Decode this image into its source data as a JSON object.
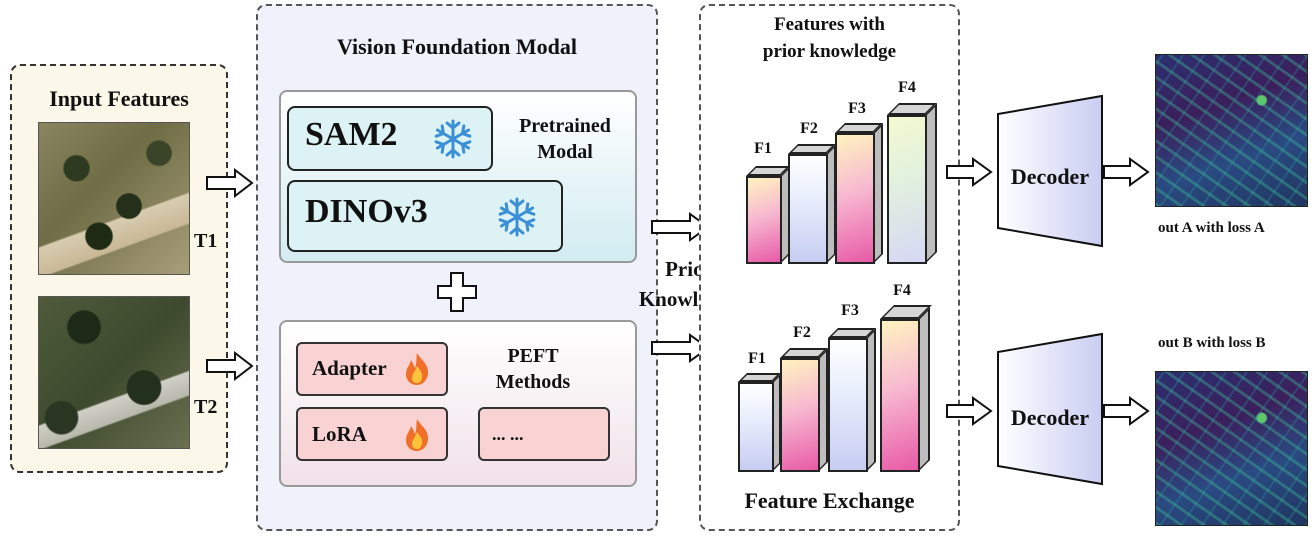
{
  "input": {
    "title": "Input Features",
    "t1_label": "T1",
    "t2_label": "T2"
  },
  "vfm": {
    "title": "Vision Foundation Modal",
    "pretrained_label_line1": "Pretrained",
    "pretrained_label_line2": "Modal",
    "sam2": "SAM2",
    "dinov3": "DINOv3",
    "peft_label_line1": "PEFT",
    "peft_label_line2": "Methods",
    "adapter": "Adapter",
    "lora": "LoRA",
    "more": "... ..."
  },
  "prior": {
    "line1": "Prior",
    "line2": "Knowledge"
  },
  "features": {
    "title_line1": "Features with",
    "title_line2": "prior knowledge",
    "bottom_title": "Feature Exchange",
    "top_bars": [
      "F1",
      "F2",
      "F3",
      "F4"
    ],
    "bottom_bars": [
      "F1",
      "F2",
      "F3",
      "F4"
    ]
  },
  "outputs": {
    "decoder_label": "Decoder",
    "out_a": "out A with loss A",
    "out_b": "out B with loss B"
  },
  "icons": {
    "snowflake": "snowflake-icon",
    "fire": "fire-icon",
    "plus": "plus-icon",
    "arrow": "hollow-arrow-icon"
  },
  "colors": {
    "snowflake": "#3a8fd6",
    "fire": "#f0702a",
    "input_panel_bg": "#fbf8e9",
    "vfm_panel_bg": "#eff1fb"
  }
}
